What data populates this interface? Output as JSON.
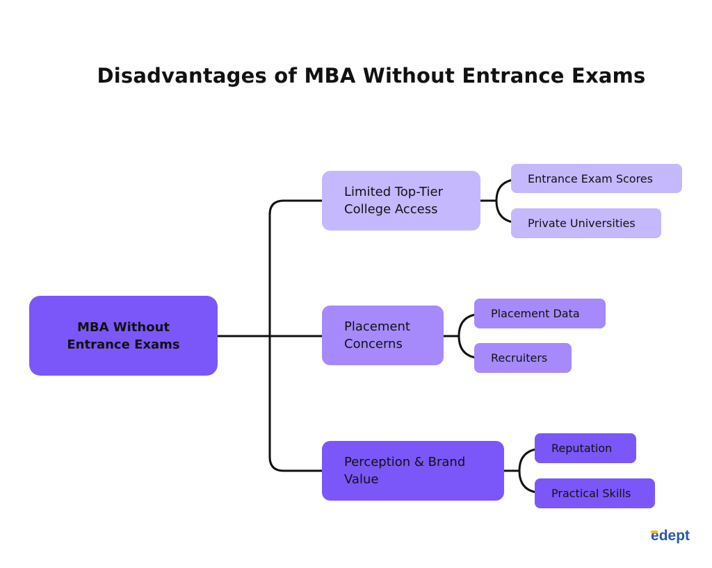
{
  "title": "Disadvantages of MBA Without Entrance Exams",
  "colors": {
    "root": "#7b57f9",
    "branch_light": "#c5b8fd",
    "branch_medium": "#a68afc",
    "branch_dark": "#7b57f9",
    "connector": "#111111"
  },
  "root": {
    "line1": "MBA Without",
    "line2": "Entrance Exams"
  },
  "branches": [
    {
      "line1": "Limited Top-Tier",
      "line2": "College Access",
      "leaves": [
        "Entrance Exam Scores",
        "Private Universities"
      ]
    },
    {
      "line1": "Placement",
      "line2": "Concerns",
      "leaves": [
        "Placement Data",
        "Recruiters"
      ]
    },
    {
      "line1": "Perception & Brand",
      "line2": "Value",
      "leaves": [
        "Reputation",
        "Practical Skills"
      ]
    }
  ],
  "logo": {
    "e": "e",
    "rest": "dept"
  }
}
